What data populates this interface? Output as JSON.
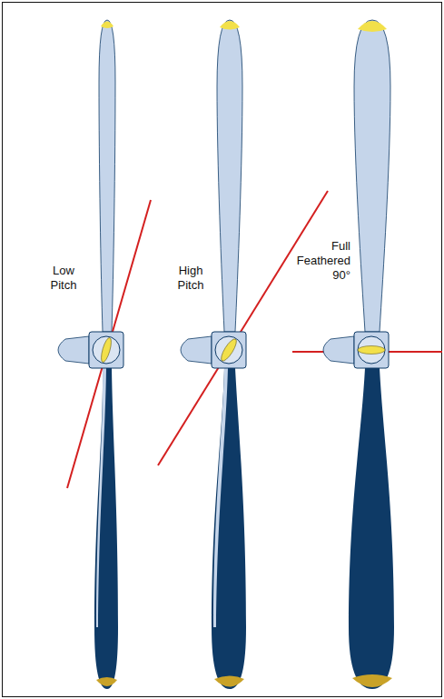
{
  "diagram": {
    "labels": [
      "Low Pitch",
      "High Pitch",
      "Full Feathered 90°"
    ]
  }
}
